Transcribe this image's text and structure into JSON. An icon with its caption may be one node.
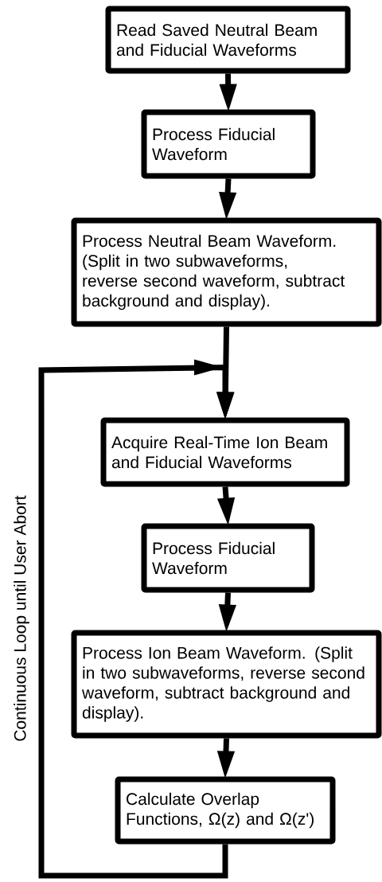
{
  "diagram": {
    "nodes": [
      {
        "text": [
          "Read Saved Neutral Beam and Fiducial Waveforms"
        ]
      },
      {
        "text": [
          "Process Fiducial Waveform"
        ]
      },
      {
        "text": [
          "Process Neutral Beam Waveform. (Split in two subwaveforms, reverse second waveform, subtract background and display)."
        ]
      },
      {
        "text": [
          "Acquire Real-Time Ion Beam and Fiducial Waveforms"
        ]
      },
      {
        "text": [
          "Process Fiducial Waveform"
        ]
      },
      {
        "text": [
          "Process Ion Beam Waveform. (Split in two subwaveforms, reverse second waveform, subtract background and display)."
        ]
      },
      {
        "text": [
          "Calculate Overlap Functions, Ω(z) and Ω(z')"
        ]
      }
    ],
    "edges": [
      {
        "from": 0,
        "to": 1,
        "arrow": "to"
      },
      {
        "from": 1,
        "to": 2,
        "arrow": "to"
      },
      {
        "from": 2,
        "to": 3,
        "arrow": "to"
      },
      {
        "from": 3,
        "to": 4,
        "arrow": "to"
      },
      {
        "from": 4,
        "to": 5,
        "arrow": "to"
      },
      {
        "from": 5,
        "to": 6,
        "arrow": "to"
      },
      {
        "from": 6,
        "to": 3,
        "arrow": "to"
      }
    ],
    "labels": [
      "Continuous Loop until User Abort"
    ]
  }
}
